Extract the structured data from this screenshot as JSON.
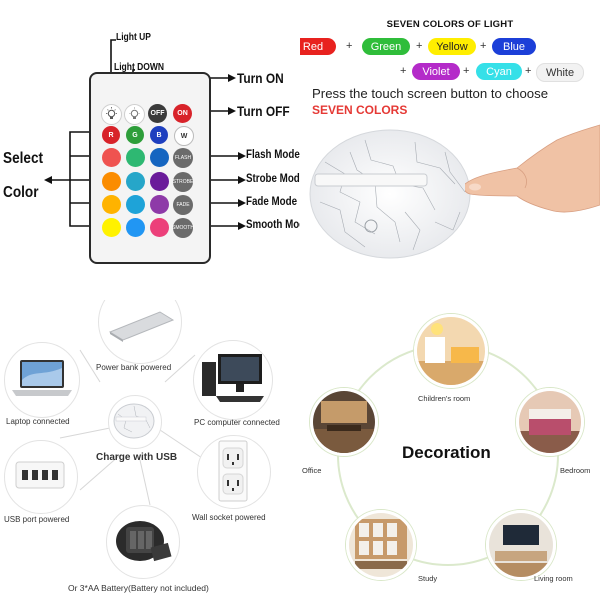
{
  "remote": {
    "light_up": "Light UP",
    "light_down": "Light DOWN",
    "turn_on": "Turn ON",
    "turn_off": "Turn OFF",
    "select": "Select",
    "color": "Color",
    "flash_mode": "Flash Mode",
    "strobe_mode": "Strobe Mode",
    "fade_mode": "Fade Mode",
    "smooth_mode": "Smooth Mode",
    "btn_off": "OFF",
    "btn_on": "ON",
    "btn_r": "R",
    "btn_g": "G",
    "btn_b": "B",
    "btn_w": "W",
    "btn_flash": "FLASH",
    "btn_strobe": "STROBE",
    "btn_fade": "FADE",
    "btn_smooth": "SMOOTH",
    "colors": {
      "row1": [
        "#e53935",
        "#43a047",
        "#1e3fbf"
      ],
      "row2": [
        "#ef5350",
        "#2eb872",
        "#1565c0"
      ],
      "row3": [
        "#fb8c00",
        "#26a6c9",
        "#6a1b9a"
      ],
      "row4": [
        "#ffb300",
        "#1ea3d8",
        "#8e3aa8"
      ],
      "row5": [
        "#fff200",
        "#2196f3",
        "#ec407a"
      ]
    }
  },
  "seven_colors": {
    "title": "SEVEN COLORS OF LIGHT",
    "press_text": "Press the touch screen button to choose",
    "seven": "SEVEN COLORS",
    "plus": "+",
    "pills": [
      {
        "label": "Red",
        "bg": "#e8221f",
        "fg": "#ffffff"
      },
      {
        "label": "Green",
        "bg": "#2fbd3a",
        "fg": "#ffffff"
      },
      {
        "label": "Yellow",
        "bg": "#ffee00",
        "fg": "#222222"
      },
      {
        "label": "Blue",
        "bg": "#1c3fd8",
        "fg": "#ffffff"
      },
      {
        "label": "Violet",
        "bg": "#b42bc9",
        "fg": "#ffffff"
      },
      {
        "label": "Cyan",
        "bg": "#35e0e8",
        "fg": "#ffffff"
      },
      {
        "label": "White",
        "bg": "#f2f2f2",
        "fg": "#333333"
      }
    ]
  },
  "power": {
    "power_bank": "Power bank powered",
    "laptop": "Laptop connected",
    "pc": "PC computer connected",
    "charge_usb": "Charge with USB",
    "usb_port": "USB port powered",
    "wall_socket": "Wall socket powered",
    "battery": "Or 3*AA Battery(Battery not included)"
  },
  "decoration": {
    "title": "Decoration",
    "childrens_room": "Children's room",
    "office": "Office",
    "bedroom": "Bedroom",
    "study": "Study",
    "living_room": "Living room"
  }
}
